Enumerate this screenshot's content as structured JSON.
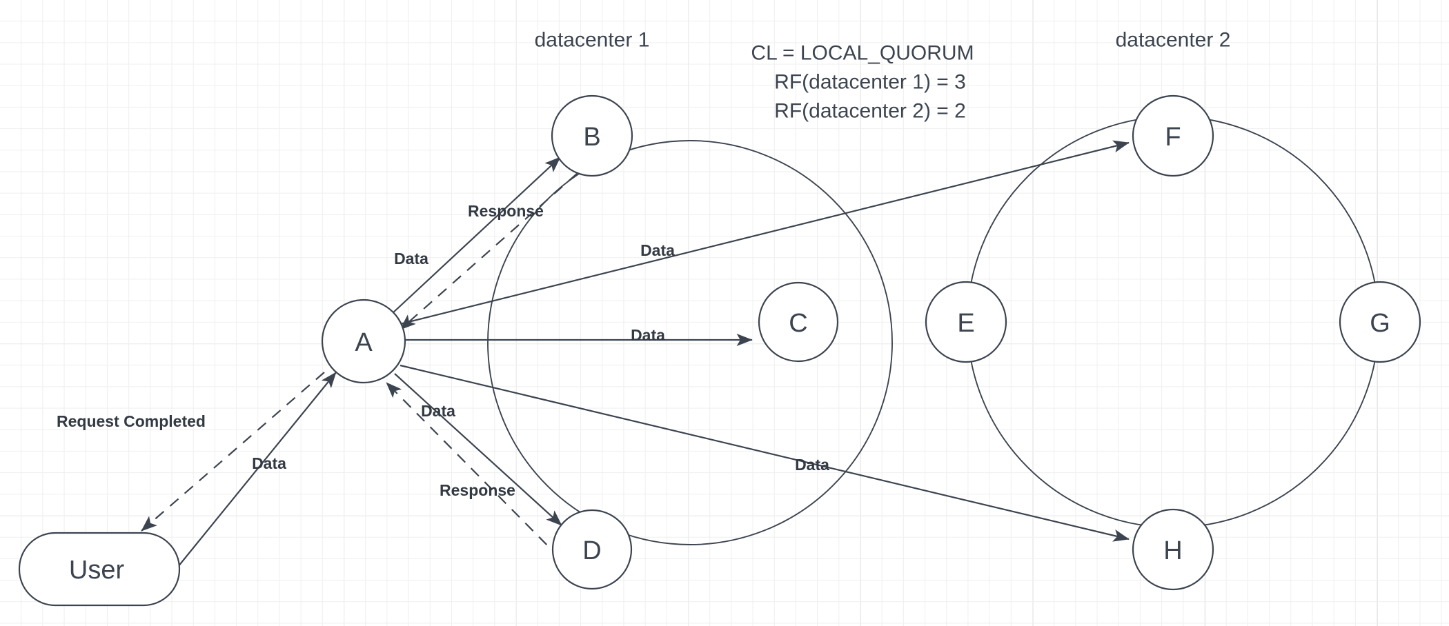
{
  "diagram": {
    "title_datacenter_1": "datacenter 1",
    "title_datacenter_2": "datacenter 2",
    "annotation": {
      "line1": "CL = LOCAL_QUORUM",
      "line2": "RF(datacenter 1) = 3",
      "line3": "RF(datacenter 2) = 2"
    },
    "colors": {
      "stroke": "#3c4450",
      "label": "#333a44",
      "background": "#ffffff",
      "grid_minor": "#efefef",
      "grid_major": "#e0e0e0"
    },
    "nodes": [
      {
        "id": "user",
        "label": "User",
        "shape": "rounded-rect"
      },
      {
        "id": "a",
        "label": "A",
        "shape": "circle"
      },
      {
        "id": "b",
        "label": "B",
        "shape": "circle"
      },
      {
        "id": "c",
        "label": "C",
        "shape": "circle"
      },
      {
        "id": "d",
        "label": "D",
        "shape": "circle"
      },
      {
        "id": "e",
        "label": "E",
        "shape": "circle"
      },
      {
        "id": "f",
        "label": "F",
        "shape": "circle"
      },
      {
        "id": "g",
        "label": "G",
        "shape": "circle"
      },
      {
        "id": "h",
        "label": "H",
        "shape": "circle"
      }
    ],
    "edges": [
      {
        "id": "user-a",
        "from": "User",
        "to": "A",
        "label": "Data",
        "style": "solid"
      },
      {
        "id": "a-user",
        "from": "A",
        "to": "User",
        "label": "Request Completed",
        "style": "dashed"
      },
      {
        "id": "a-b",
        "from": "A",
        "to": "B",
        "label": "Data",
        "style": "solid"
      },
      {
        "id": "b-a",
        "from": "B",
        "to": "A",
        "label": "Response",
        "style": "dashed"
      },
      {
        "id": "a-c",
        "from": "A",
        "to": "C",
        "label": "Data",
        "style": "solid"
      },
      {
        "id": "a-d",
        "from": "A",
        "to": "D",
        "label": "Data",
        "style": "solid"
      },
      {
        "id": "d-a",
        "from": "D",
        "to": "A",
        "label": "Response",
        "style": "dashed"
      },
      {
        "id": "a-f",
        "from": "A",
        "to": "F",
        "label": "Data",
        "style": "solid"
      },
      {
        "id": "a-h",
        "from": "A",
        "to": "H",
        "label": "Data",
        "style": "solid"
      }
    ]
  }
}
